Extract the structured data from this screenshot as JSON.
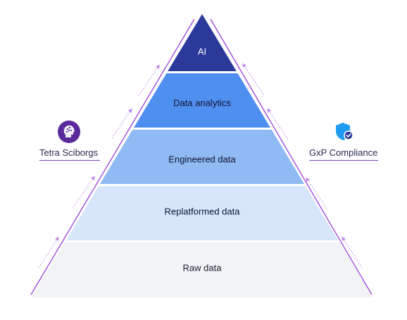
{
  "tiers": [
    {
      "label": "AI",
      "color": "#2b3a9a",
      "text_color": "#ffffff"
    },
    {
      "label": "Data analytics",
      "color": "#4f8ff0",
      "text_color": "#0e1430"
    },
    {
      "label": "Engineered data",
      "color": "#8fbaf3",
      "text_color": "#0e1430"
    },
    {
      "label": "Replatformed data",
      "color": "#d7e6fb",
      "text_color": "#0e1430"
    },
    {
      "label": "Raw data",
      "color": "#f2f3f5",
      "text_color": "#1c1c2e"
    }
  ],
  "left_badge": {
    "label": "Tetra Sciborgs",
    "icon": "brain-head-icon",
    "color": "#5a2a9c"
  },
  "right_badge": {
    "label": "GxP Compliance",
    "icon": "shield-check-icon",
    "color": "#1f9cf0",
    "check_color": "#2b3a9a"
  },
  "accent": "#9b3fd6"
}
